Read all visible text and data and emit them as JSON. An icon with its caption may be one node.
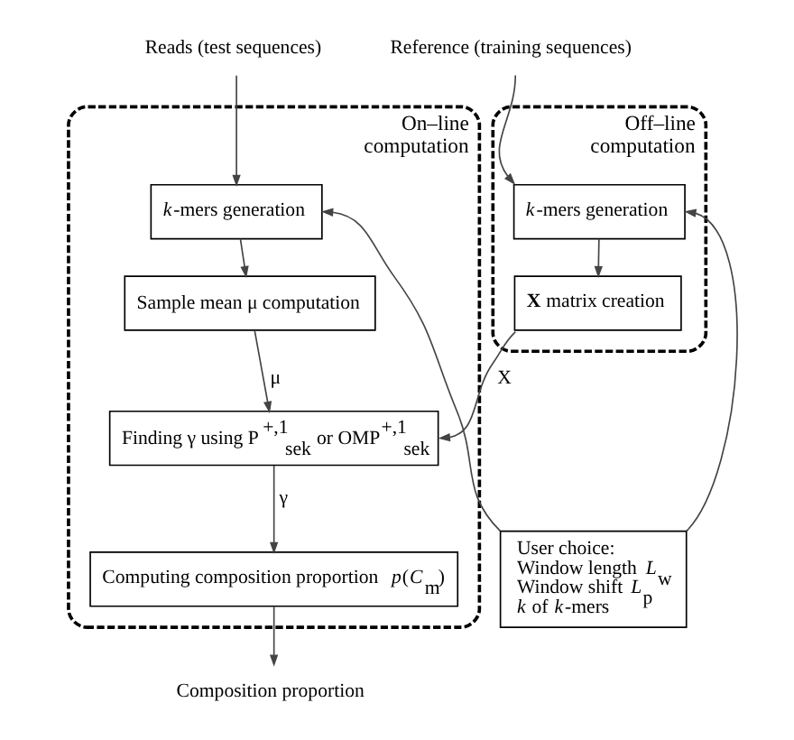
{
  "diagram": {
    "nodes": [
      {
        "text": [
          "Reads (test sequences)"
        ]
      },
      {
        "text": [
          "Reference (training sequences)"
        ]
      },
      {
        "text": [
          "On–line computation"
        ]
      },
      {
        "text": [
          "*k*-mers generation"
        ],
        "in": 2
      },
      {
        "text": [
          "Sample mean μ computation"
        ],
        "in": 2
      },
      {
        "text": [
          "Finding γ using P$^{+,1}$$_{sek}$ or OMP$^{+,1}$$_{sek}$"
        ],
        "in": 2
      },
      {
        "text": [
          "Computing composition proportion *p*(*C*$_{m}$)"
        ],
        "in": 2
      },
      {
        "text": [
          "Off–line computation"
        ]
      },
      {
        "text": [
          "*k*-mers generation"
        ],
        "in": 7
      },
      {
        "text": [
          "**X** matrix creation"
        ],
        "in": 7
      },
      {
        "text": [
          "User choice:",
          "Window length *L*$_{w}$",
          "Window shift *L*$_{p}$",
          "*k* of *k*-mers"
        ]
      },
      {
        "text": [
          "Composition proportion"
        ]
      }
    ],
    "edges": [
      {
        "from": 0,
        "to": 3,
        "arrow": "to"
      },
      {
        "from": 1,
        "to": 8,
        "arrow": "to"
      },
      {
        "from": 3,
        "to": 4,
        "arrow": "to"
      },
      {
        "from": 4,
        "to": 5,
        "arrow": "to",
        "label": "μ"
      },
      {
        "from": 5,
        "to": 6,
        "arrow": "to",
        "label": "γ"
      },
      {
        "from": 6,
        "to": 11,
        "arrow": "to"
      },
      {
        "from": 8,
        "to": 9,
        "arrow": "to"
      },
      {
        "from": 9,
        "to": 5,
        "arrow": "to",
        "label": "X"
      },
      {
        "from": 10,
        "to": 3,
        "arrow": "to"
      },
      {
        "from": 10,
        "to": 8,
        "arrow": "to"
      }
    ]
  }
}
